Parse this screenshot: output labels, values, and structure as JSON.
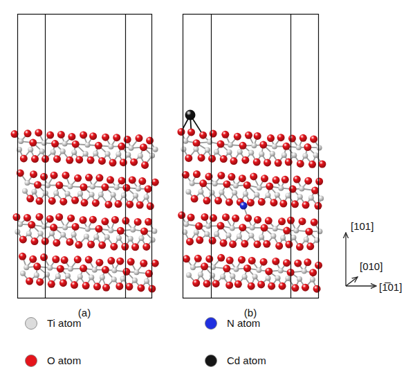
{
  "diagram": {
    "labels": [
      "(a)",
      "(b)",
      "[101]",
      "[010]",
      "[1̅01]"
    ],
    "legend": [
      {
        "text": "Ti atom",
        "color": "#dcdcdc"
      },
      {
        "text": "O atom",
        "color": "#e5141b"
      },
      {
        "text": "N atom",
        "color": "#1f2fe0"
      },
      {
        "text": "Cd atom",
        "color": "#151515"
      }
    ]
  }
}
